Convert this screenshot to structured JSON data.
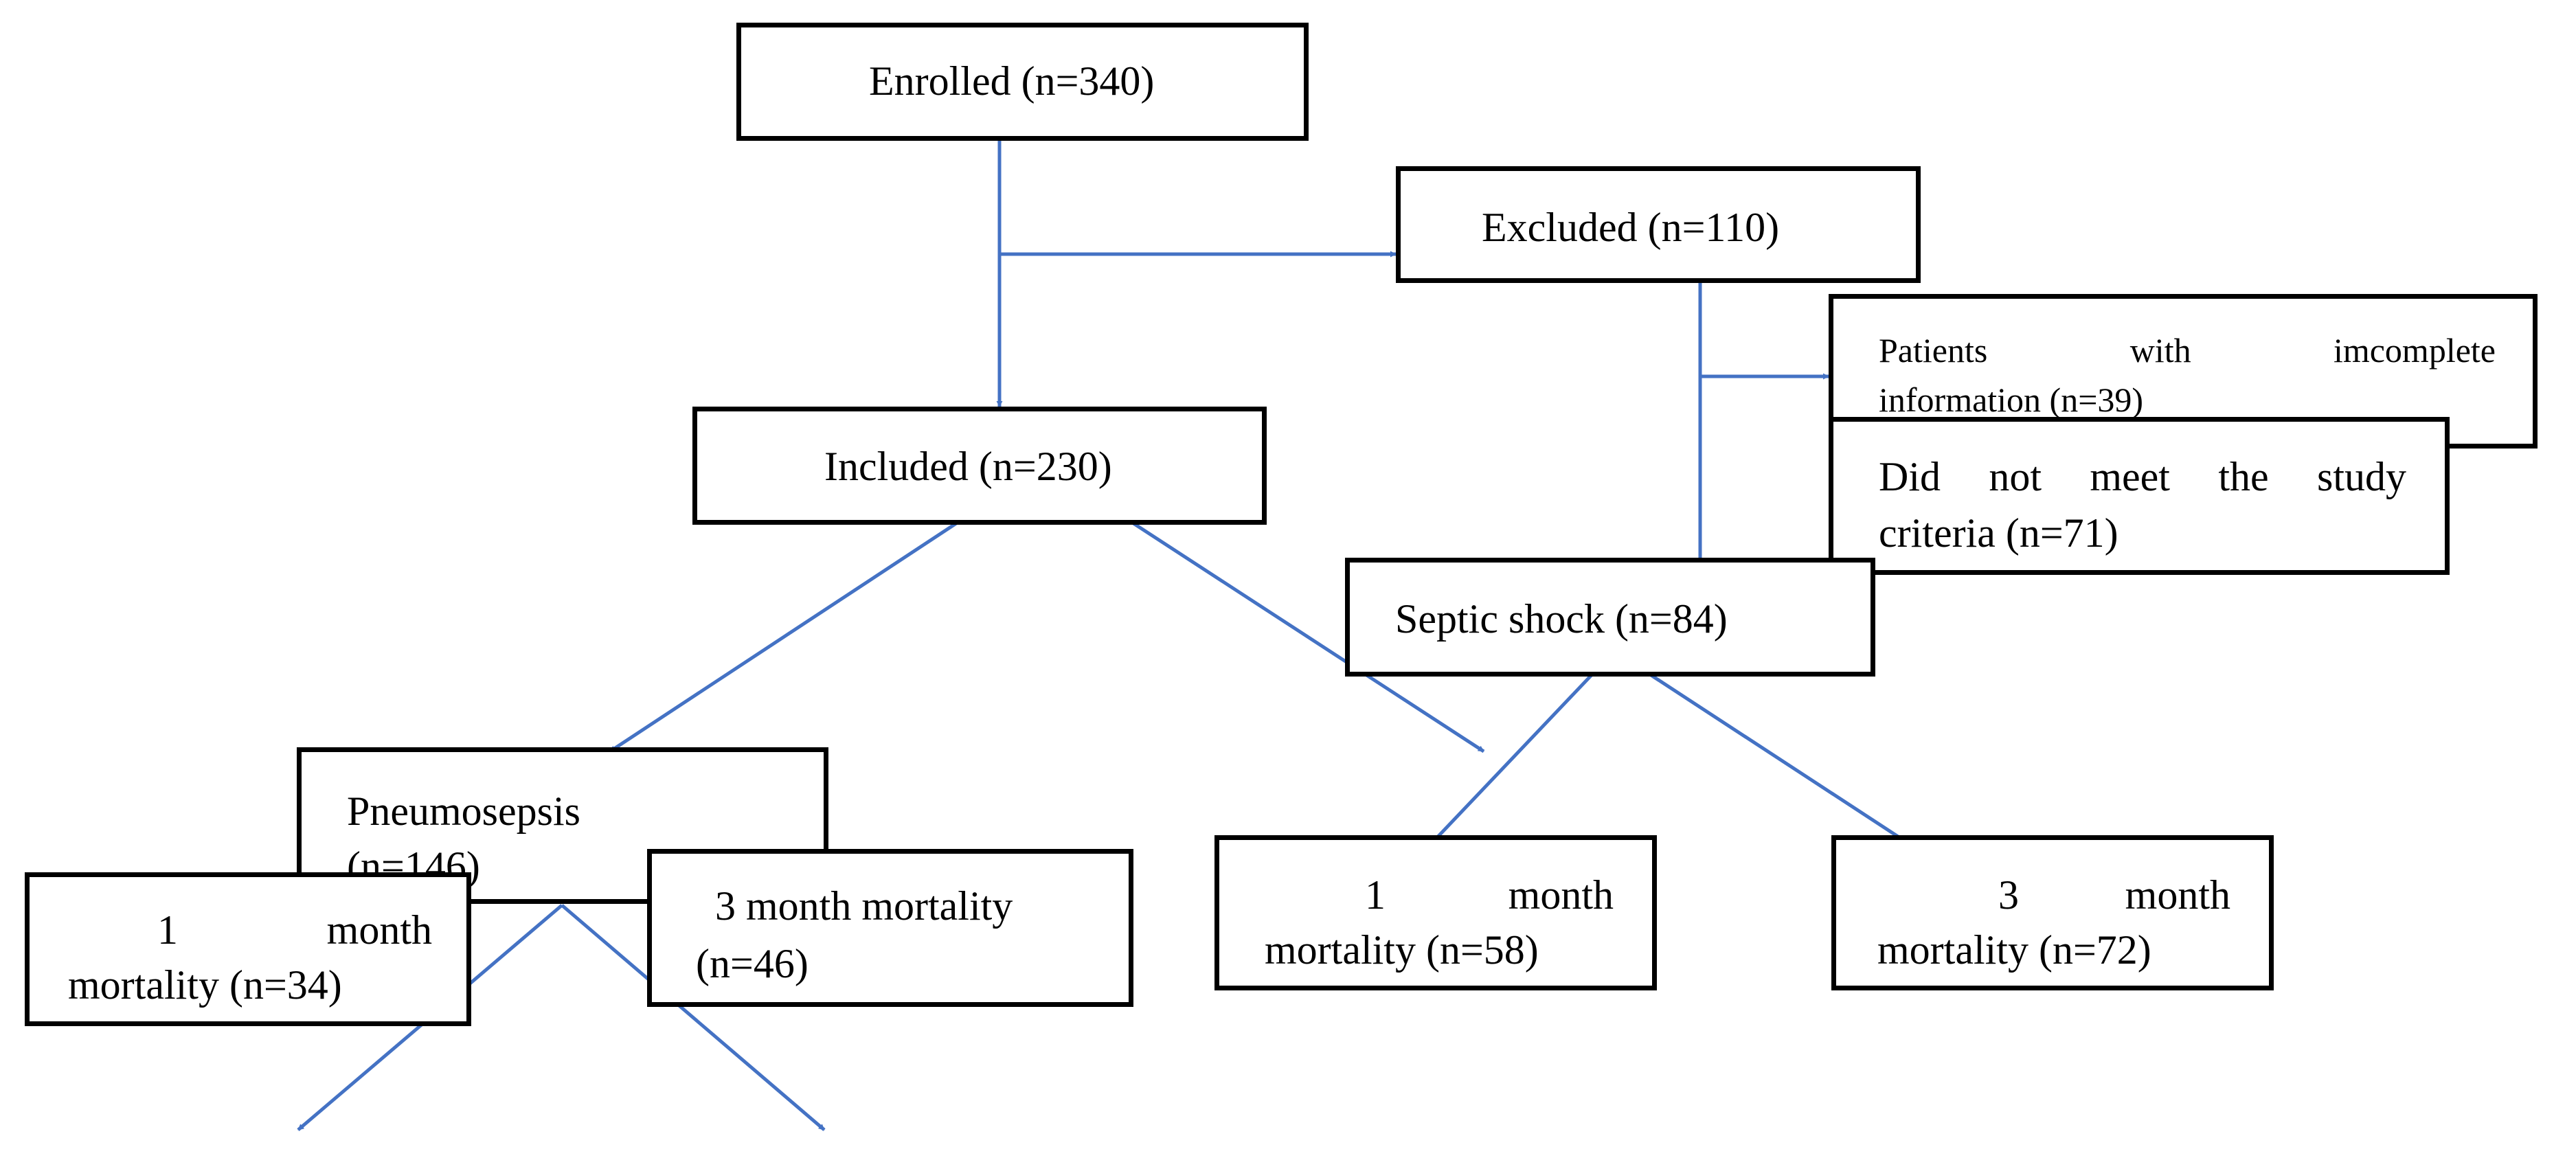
{
  "colors": {
    "connector": "#4472C4",
    "box_border": "#000000",
    "text": "#000000"
  },
  "nodes": {
    "enrolled": {
      "text": "Enrolled (n=340)"
    },
    "excluded": {
      "text": "Excluded (n=110)"
    },
    "incomplete": {
      "line1_words": [
        "Patients",
        "with",
        "imcomplete"
      ],
      "line2": "information (n=39)"
    },
    "criteria": {
      "line1_words": [
        "Did",
        "not",
        "meet",
        "the",
        "study"
      ],
      "line2": "criteria (n=71)"
    },
    "included": {
      "text": "Included (n=230)"
    },
    "septic": {
      "text": "Septic shock (n=84)"
    },
    "pneumo": {
      "line1": "Pneumosepsis",
      "line2": "(n=146)"
    },
    "pneumo_1m": {
      "line1_words": [
        "1",
        "month"
      ],
      "line2": "mortality (n=34)"
    },
    "pneumo_3m": {
      "line1": "3 month mortality",
      "line2": "(n=46)"
    },
    "septic_1m": {
      "line1_words": [
        "1",
        "month"
      ],
      "line2": "mortality (n=58)"
    },
    "septic_3m": {
      "line1_words": [
        "3",
        "month"
      ],
      "line2": "mortality (n=72)"
    }
  }
}
